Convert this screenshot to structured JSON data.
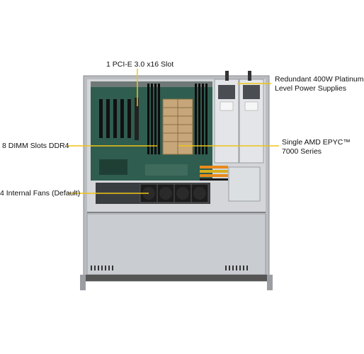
{
  "callouts": {
    "pcie": "1 PCI-E 3.0 x16 Slot",
    "psu_line1": "Redundant  400W Platinum",
    "psu_line2": "Level Power Supplies",
    "dimm": "8 DIMM  Slots DDR4",
    "cpu_line1": "Single AMD EPYC™",
    "cpu_line2": "7000 Series",
    "fans": "4 Internal  Fans (Default)"
  },
  "colors": {
    "leader_line": "#f0c419",
    "chassis": "#c9ccd0",
    "motherboard": "#2f5d4f",
    "heatsink": "#c7a67a",
    "fan": "#1c1c1c",
    "psu": "#e3e5e8",
    "wire_orange": "#e88a1a"
  }
}
